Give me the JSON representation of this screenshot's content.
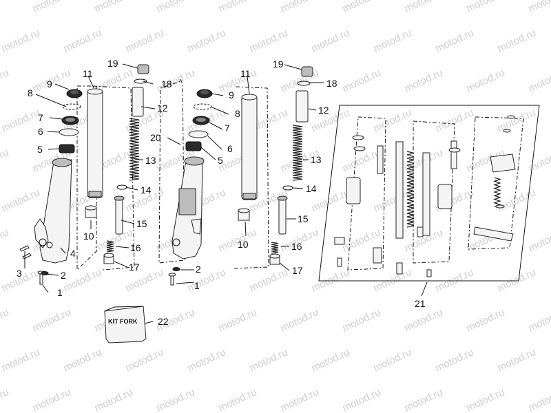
{
  "watermark": "motod.ru",
  "kit_label": "KIT FORK",
  "callouts": {
    "c1a": "1",
    "c2a": "2",
    "c3": "3",
    "c4": "4",
    "c5a": "5",
    "c6a": "6",
    "c7a": "7",
    "c8a": "8",
    "c9a": "9",
    "c10a": "10",
    "c11a": "11",
    "c12a": "12",
    "c13a": "13",
    "c14a": "14",
    "c15a": "15",
    "c16a": "16",
    "c17a": "17",
    "c18a": "18",
    "c19a": "19",
    "c20": "20",
    "c1b": "1",
    "c2b": "2",
    "c5b": "5",
    "c6b": "6",
    "c7b": "7",
    "c8b": "8",
    "c9b": "9",
    "c10b": "10",
    "c11b": "11",
    "c12b": "12",
    "c13b": "13",
    "c14b": "14",
    "c15b": "15",
    "c16b": "16",
    "c17b": "17",
    "c18b": "18",
    "c19b": "19",
    "c21": "21",
    "c22": "22"
  }
}
